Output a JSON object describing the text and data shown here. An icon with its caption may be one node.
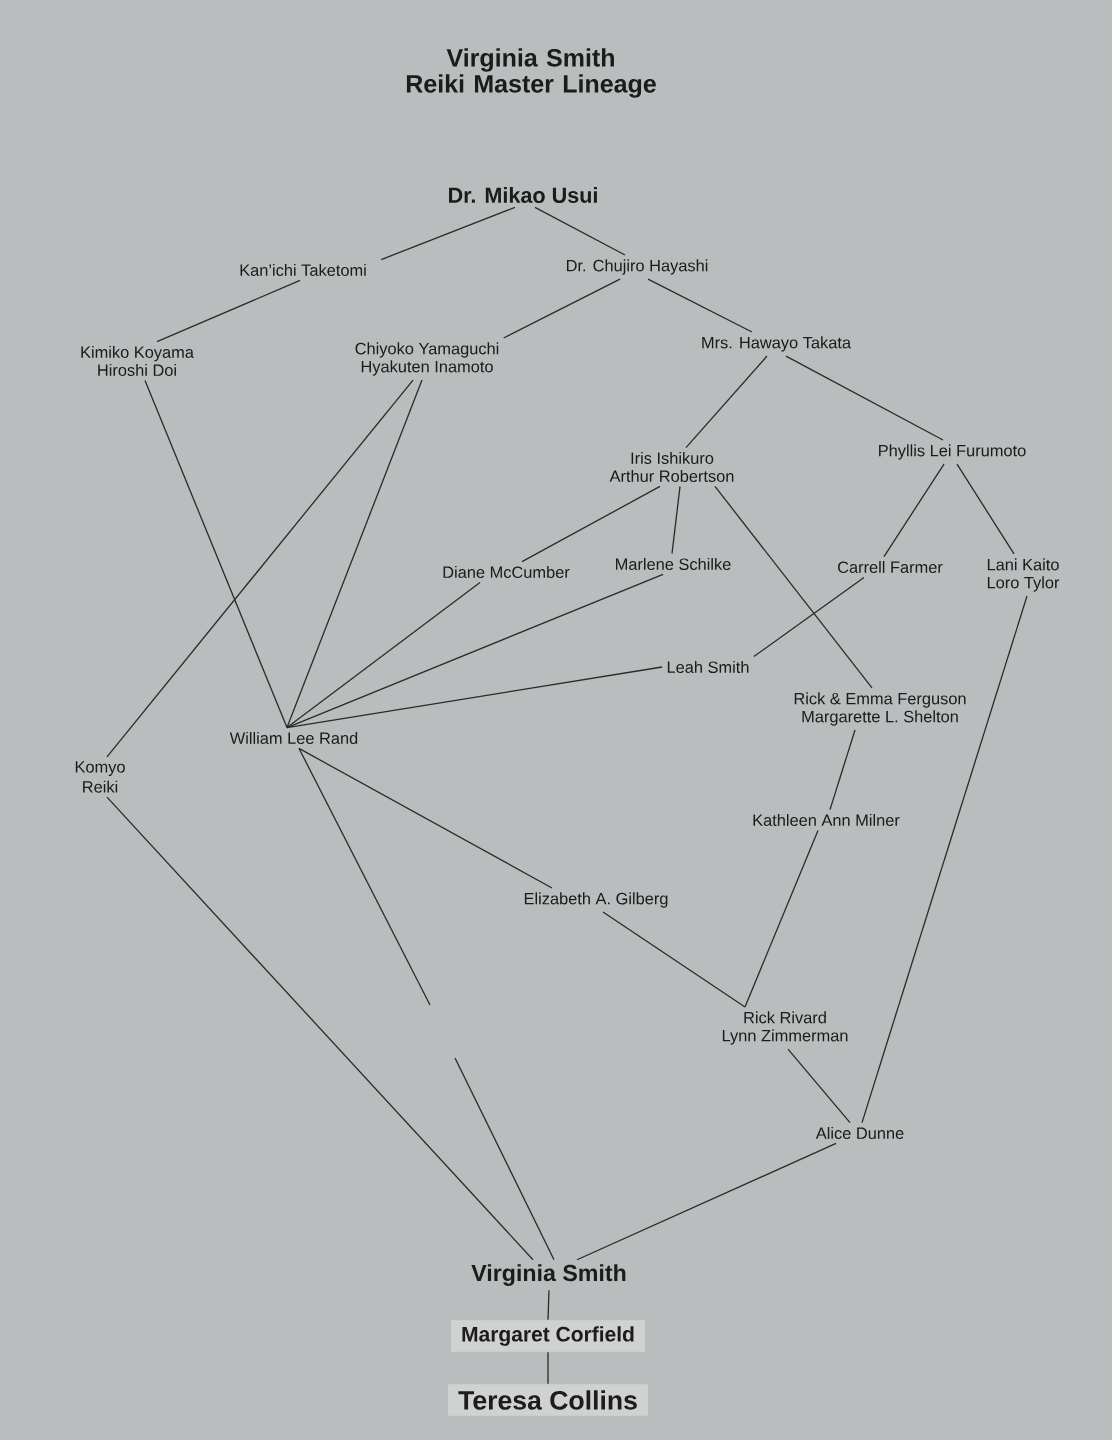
{
  "diagram": {
    "title": "Virginia Smith Reiki Master Lineage",
    "nodes": [
      {
        "text": [
          "Dr. Mikao Usui"
        ]
      },
      {
        "text": [
          "Kan’ichi Taketomi"
        ]
      },
      {
        "text": [
          "Dr. Chujiro Hayashi"
        ]
      },
      {
        "text": [
          "Kimiko Koyama",
          "Hiroshi Doi"
        ]
      },
      {
        "text": [
          "Chiyoko Yamaguchi",
          "Hyakuten Inamoto"
        ]
      },
      {
        "text": [
          "Mrs. Hawayo Takata"
        ]
      },
      {
        "text": [
          "Iris Ishikuro",
          "Arthur Robertson"
        ]
      },
      {
        "text": [
          "Phyllis Lei Furumoto"
        ]
      },
      {
        "text": [
          "Diane McCumber"
        ]
      },
      {
        "text": [
          "Marlene Schilke"
        ]
      },
      {
        "text": [
          "Carrell Farmer"
        ]
      },
      {
        "text": [
          "Lani Kaito",
          "Loro Tylor"
        ]
      },
      {
        "text": [
          "Leah Smith"
        ]
      },
      {
        "text": [
          "Rick & Emma Ferguson",
          "Margarette L. Shelton"
        ]
      },
      {
        "text": [
          "William Lee Rand"
        ]
      },
      {
        "text": [
          "Komyo Reiki"
        ]
      },
      {
        "text": [
          "Kathleen Ann Milner"
        ]
      },
      {
        "text": [
          "Elizabeth A. Gilberg"
        ]
      },
      {
        "text": [
          "Rick Rivard",
          "Lynn Zimmerman"
        ]
      },
      {
        "text": [
          "Alice Dunne"
        ]
      },
      {
        "text": [
          "Virginia Smith"
        ]
      },
      {
        "text": [
          "Margaret Corfield"
        ]
      },
      {
        "text": [
          "Teresa Collins"
        ]
      }
    ],
    "edges": [
      {
        "from": 0,
        "to": 1,
        "arrow": "none"
      },
      {
        "from": 0,
        "to": 2,
        "arrow": "none"
      },
      {
        "from": 1,
        "to": 3,
        "arrow": "none"
      },
      {
        "from": 2,
        "to": 4,
        "arrow": "none"
      },
      {
        "from": 2,
        "to": 5,
        "arrow": "none"
      },
      {
        "from": 5,
        "to": 6,
        "arrow": "none"
      },
      {
        "from": 5,
        "to": 7,
        "arrow": "none"
      },
      {
        "from": 3,
        "to": 14,
        "arrow": "none"
      },
      {
        "from": 4,
        "to": 15,
        "arrow": "none"
      },
      {
        "from": 4,
        "to": 14,
        "arrow": "none"
      },
      {
        "from": 6,
        "to": 8,
        "arrow": "none"
      },
      {
        "from": 6,
        "to": 9,
        "arrow": "none"
      },
      {
        "from": 6,
        "to": 13,
        "arrow": "none"
      },
      {
        "from": 7,
        "to": 10,
        "arrow": "none"
      },
      {
        "from": 7,
        "to": 11,
        "arrow": "none"
      },
      {
        "from": 10,
        "to": 12,
        "arrow": "none"
      },
      {
        "from": 8,
        "to": 14,
        "arrow": "none"
      },
      {
        "from": 9,
        "to": 14,
        "arrow": "none"
      },
      {
        "from": 12,
        "to": 14,
        "arrow": "none"
      },
      {
        "from": 13,
        "to": 16,
        "arrow": "none"
      },
      {
        "from": 14,
        "to": 17,
        "arrow": "none"
      },
      {
        "from": 14,
        "to": null,
        "arrow": "none"
      },
      {
        "from": 15,
        "to": 20,
        "arrow": "none"
      },
      {
        "from": null,
        "to": 20,
        "arrow": "none"
      },
      {
        "from": 19,
        "to": 20,
        "arrow": "none"
      },
      {
        "from": 16,
        "to": 18,
        "arrow": "none"
      },
      {
        "from": 17,
        "to": 18,
        "arrow": "none"
      },
      {
        "from": 18,
        "to": 19,
        "arrow": "none"
      },
      {
        "from": 11,
        "to": 19,
        "arrow": "none"
      },
      {
        "from": 20,
        "to": 21,
        "arrow": "none"
      },
      {
        "from": 21,
        "to": 22,
        "arrow": "none"
      }
    ]
  }
}
